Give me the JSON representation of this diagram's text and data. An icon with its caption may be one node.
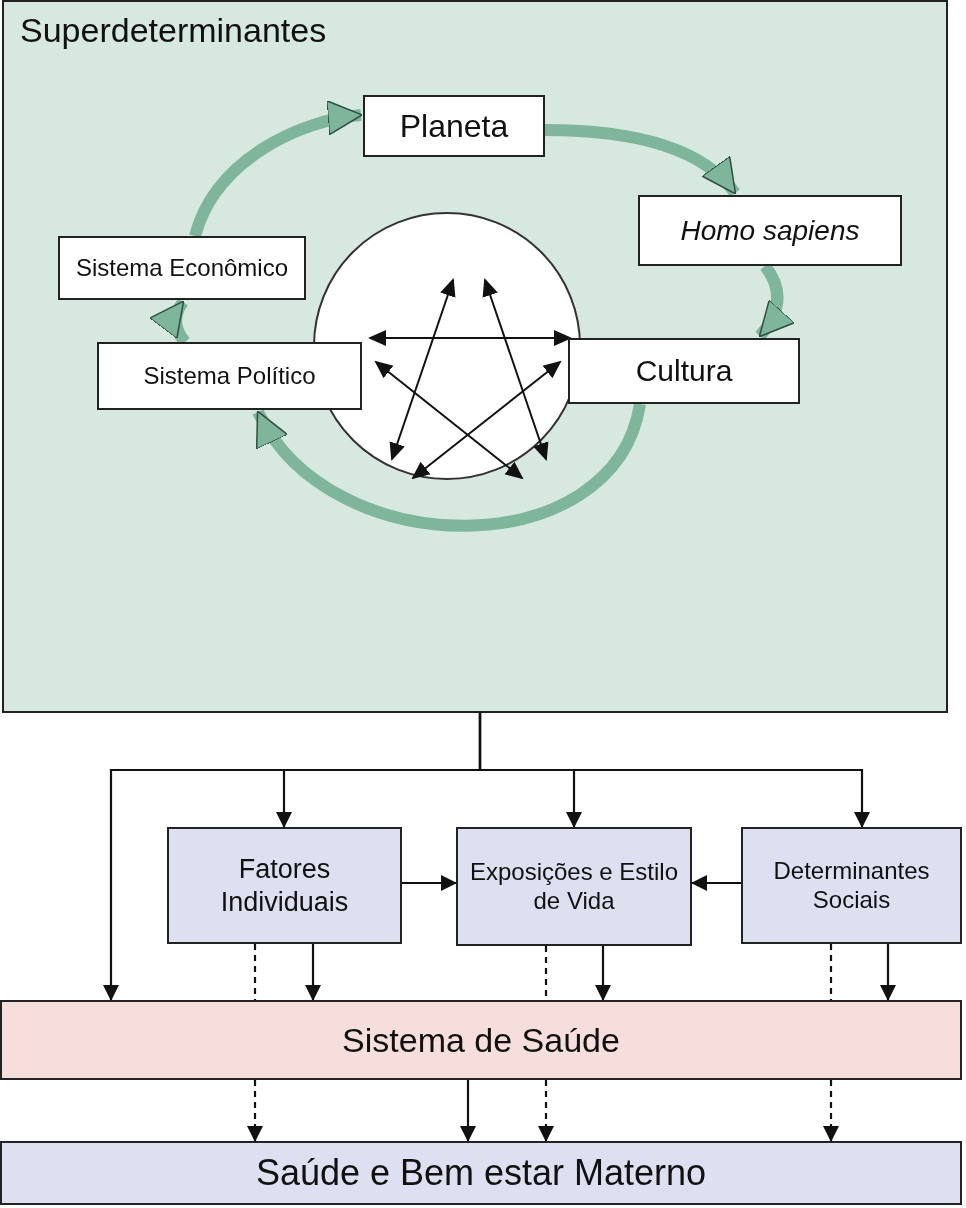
{
  "diagram": {
    "nodes": [
      {
        "text": [
          "Superdeterminantes"
        ]
      },
      {
        "text": [
          "Planeta"
        ],
        "in": 0
      },
      {
        "text": [
          "Homo sapiens"
        ],
        "in": 0
      },
      {
        "text": [
          "Cultura"
        ],
        "in": 0
      },
      {
        "text": [
          "Sistema Político"
        ],
        "in": 0
      },
      {
        "text": [
          "Sistema Econômico"
        ],
        "in": 0
      },
      {
        "text": [],
        "shape": "circle",
        "in": 0
      },
      {
        "text": [
          "Fatores Individuais"
        ]
      },
      {
        "text": [
          "Exposições e Estilo de Vida"
        ]
      },
      {
        "text": [
          "Determinantes Sociais"
        ]
      },
      {
        "text": [
          "Sistema de Saúde"
        ]
      },
      {
        "text": [
          "Saúde e Bem estar Materno"
        ]
      }
    ],
    "edges": [
      {
        "from": 1,
        "to": 2,
        "arrow": "to",
        "style": "thick",
        "color": "#7fb59a"
      },
      {
        "from": 2,
        "to": 3,
        "arrow": "to",
        "style": "thick",
        "color": "#7fb59a"
      },
      {
        "from": 3,
        "to": 4,
        "arrow": "to",
        "style": "thick",
        "color": "#7fb59a"
      },
      {
        "from": 4,
        "to": 5,
        "arrow": "to",
        "style": "thick",
        "color": "#7fb59a"
      },
      {
        "from": 5,
        "to": 1,
        "arrow": "to",
        "style": "thick",
        "color": "#7fb59a"
      },
      {
        "from": 0,
        "to": 10,
        "arrow": "to"
      },
      {
        "from": 0,
        "to": 7,
        "arrow": "to"
      },
      {
        "from": 0,
        "to": 8,
        "arrow": "to"
      },
      {
        "from": 0,
        "to": 9,
        "arrow": "to"
      },
      {
        "from": 7,
        "to": 8,
        "arrow": "to"
      },
      {
        "from": 9,
        "to": 8,
        "arrow": "to"
      },
      {
        "from": 7,
        "to": 10,
        "arrow": "to"
      },
      {
        "from": 8,
        "to": 10,
        "arrow": "to"
      },
      {
        "from": 9,
        "to": 10,
        "arrow": "to"
      },
      {
        "from": 7,
        "to": 10,
        "arrow": "none",
        "style": "dashed"
      },
      {
        "from": 8,
        "to": 10,
        "arrow": "none",
        "style": "dashed"
      },
      {
        "from": 9,
        "to": 10,
        "arrow": "none",
        "style": "dashed"
      },
      {
        "from": 10,
        "to": 11,
        "arrow": "to",
        "style": "dashed"
      },
      {
        "from": 10,
        "to": 11,
        "arrow": "to",
        "style": "dashed"
      },
      {
        "from": 10,
        "to": 11,
        "arrow": "to",
        "style": "dashed"
      },
      {
        "from": 10,
        "to": 11,
        "arrow": "to"
      }
    ]
  }
}
